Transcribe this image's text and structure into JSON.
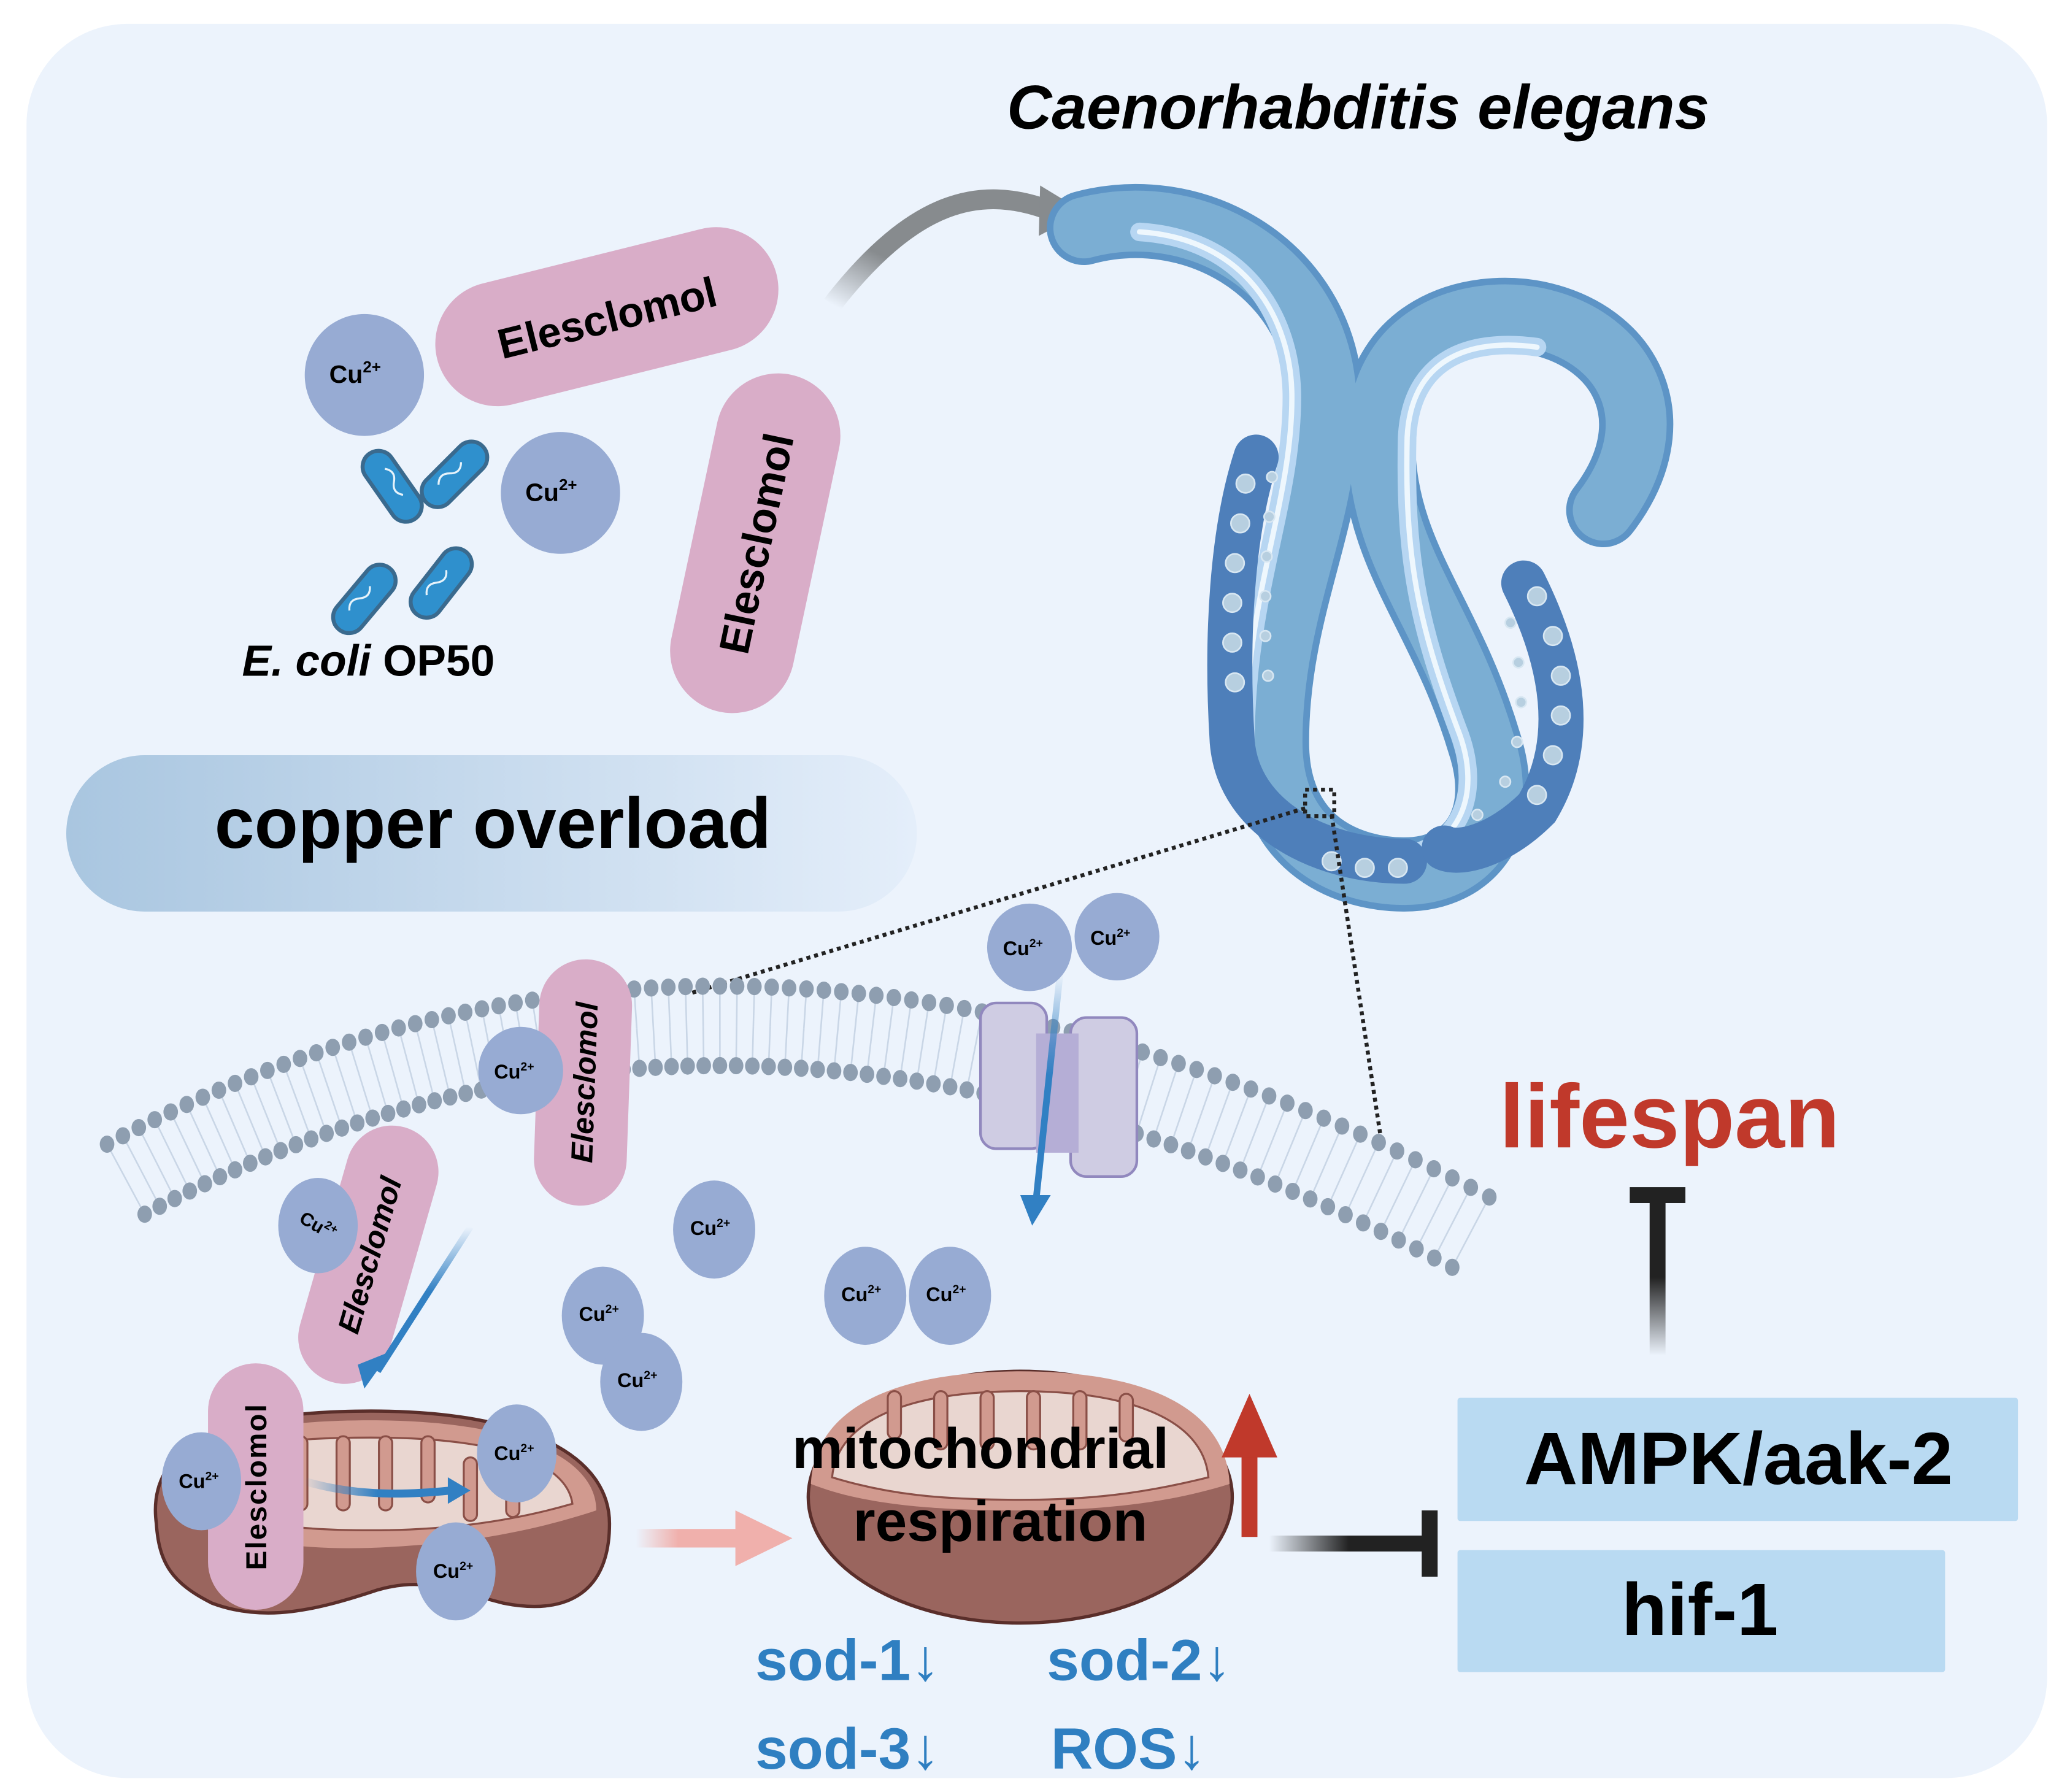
{
  "title": "Caenorhabditis elegans",
  "labels": {
    "elesclomol": "Elesclomol",
    "copper_ion": "Cu",
    "copper_charge": "2+",
    "ecoli_italic": "E. coli",
    "ecoli_strain": " OP50",
    "copper_overload": "copper overload",
    "mito_line1": "mitochondrial",
    "mito_line2": "respiration",
    "lifespan": "lifespan",
    "ampk": "AMPK/aak-2",
    "hif": "hif-1",
    "sod1": "sod-1↓",
    "sod2": "sod-2↓",
    "sod3": "sod-3↓",
    "ros": "ROS↓"
  },
  "colors": {
    "panel_bg": "#ecf3fc",
    "elesclomol_fill": "#d9adc8",
    "copper_fill": "#97abd3",
    "lifespan_red": "#c0392b",
    "gene_blue": "#2f7fc1",
    "target_box": "#b9daf2",
    "membrane_head": "#8e9eb0",
    "mito_outer": "#9a655e",
    "mito_inner": "#e9d6d0",
    "up_arrow_red": "#c0392b"
  },
  "relations": [
    {
      "from": "copper overload (Elesclomol + Cu2+ + E. coli OP50)",
      "to": "Caenorhabditis elegans",
      "type": "arrow"
    },
    {
      "from": "Cu2+ transport into mitochondria",
      "to": "mitochondrial respiration",
      "type": "arrow"
    },
    {
      "from": "mitochondrial respiration",
      "to": "AMPK/aak-2, hif-1",
      "type": "inhibit"
    },
    {
      "from": "AMPK/aak-2",
      "to": "lifespan",
      "type": "inhibit"
    }
  ]
}
